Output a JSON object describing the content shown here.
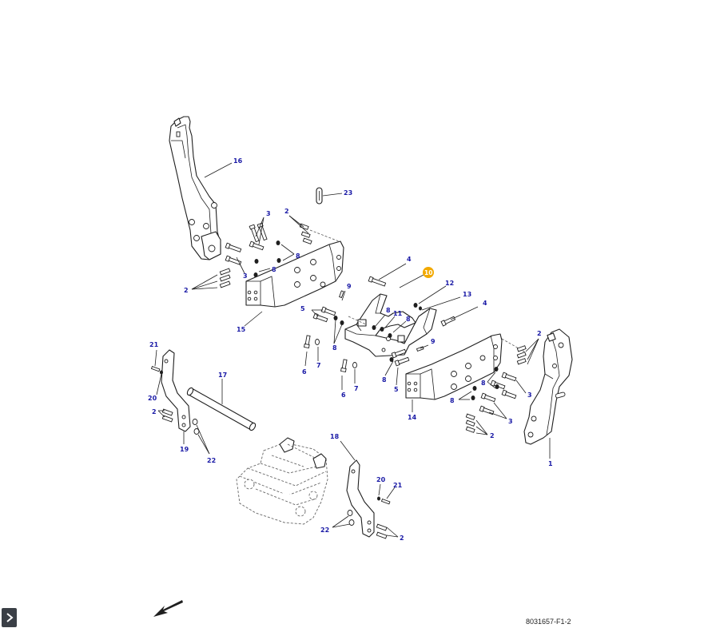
{
  "drawing": {
    "id_label": "8031657-F1-2",
    "highlight_color": "#f2a900",
    "callout_color": "#1a1aa6",
    "callouts": [
      {
        "label": "16",
        "highlight": false
      },
      {
        "label": "23",
        "highlight": false
      },
      {
        "label": "3",
        "highlight": false
      },
      {
        "label": "2",
        "highlight": false
      },
      {
        "label": "8",
        "highlight": false
      },
      {
        "label": "8",
        "highlight": false
      },
      {
        "label": "3",
        "highlight": false
      },
      {
        "label": "2",
        "highlight": false
      },
      {
        "label": "15",
        "highlight": false
      },
      {
        "label": "4",
        "highlight": false
      },
      {
        "label": "10",
        "highlight": true
      },
      {
        "label": "12",
        "highlight": false
      },
      {
        "label": "13",
        "highlight": false
      },
      {
        "label": "4",
        "highlight": false
      },
      {
        "label": "9",
        "highlight": false
      },
      {
        "label": "5",
        "highlight": false
      },
      {
        "label": "8",
        "highlight": false
      },
      {
        "label": "11",
        "highlight": false
      },
      {
        "label": "8",
        "highlight": false
      },
      {
        "label": "8",
        "highlight": false
      },
      {
        "label": "9",
        "highlight": false
      },
      {
        "label": "2",
        "highlight": false
      },
      {
        "label": "21",
        "highlight": false
      },
      {
        "label": "6",
        "highlight": false
      },
      {
        "label": "7",
        "highlight": false
      },
      {
        "label": "8",
        "highlight": false
      },
      {
        "label": "5",
        "highlight": false
      },
      {
        "label": "17",
        "highlight": false
      },
      {
        "label": "6",
        "highlight": false
      },
      {
        "label": "7",
        "highlight": false
      },
      {
        "label": "20",
        "highlight": false
      },
      {
        "label": "2",
        "highlight": false
      },
      {
        "label": "8",
        "highlight": false
      },
      {
        "label": "3",
        "highlight": false
      },
      {
        "label": "14",
        "highlight": false
      },
      {
        "label": "8",
        "highlight": false
      },
      {
        "label": "3",
        "highlight": false
      },
      {
        "label": "2",
        "highlight": false
      },
      {
        "label": "19",
        "highlight": false
      },
      {
        "label": "22",
        "highlight": false
      },
      {
        "label": "18",
        "highlight": false
      },
      {
        "label": "1",
        "highlight": false
      },
      {
        "label": "20",
        "highlight": false
      },
      {
        "label": "21",
        "highlight": false
      },
      {
        "label": "22",
        "highlight": false
      },
      {
        "label": "2",
        "highlight": false
      }
    ]
  },
  "controls": {
    "expand_icon": "chevron-right-icon",
    "direction_icon": "arrow-down-left-icon"
  }
}
